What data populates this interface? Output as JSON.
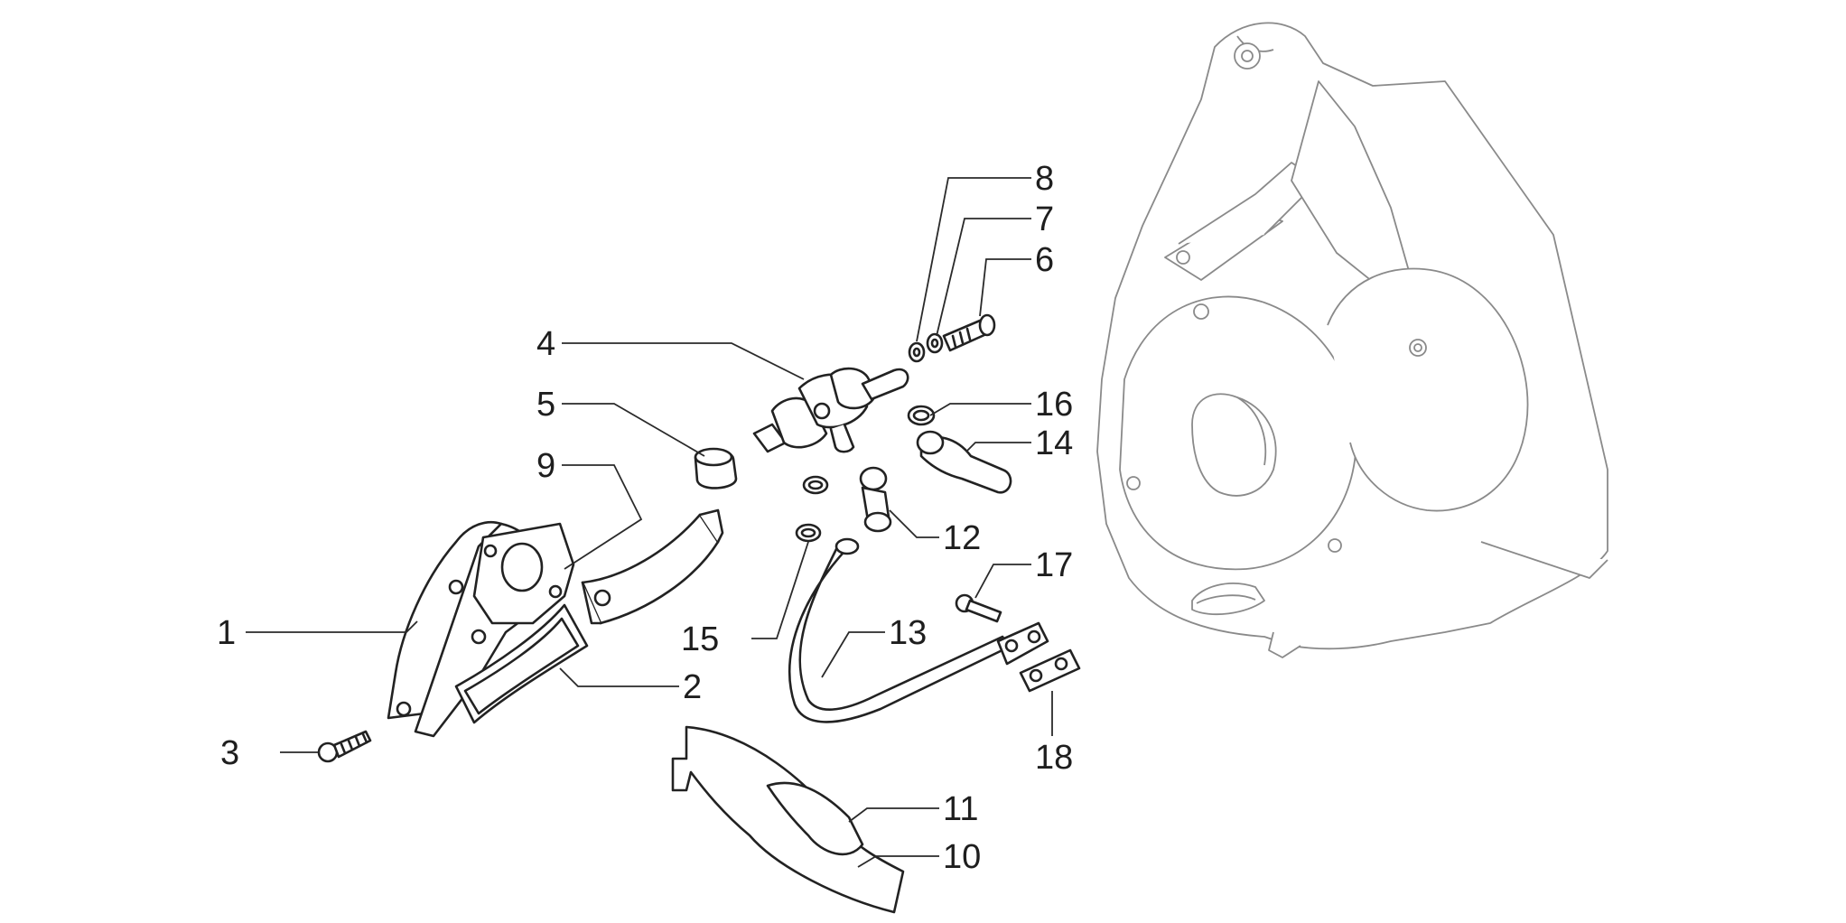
{
  "diagram": {
    "callouts": [
      {
        "id": "1",
        "text": "1"
      },
      {
        "id": "2",
        "text": "2"
      },
      {
        "id": "3",
        "text": "3"
      },
      {
        "id": "4",
        "text": "4"
      },
      {
        "id": "5",
        "text": "5"
      },
      {
        "id": "6",
        "text": "6"
      },
      {
        "id": "7",
        "text": "7"
      },
      {
        "id": "8",
        "text": "8"
      },
      {
        "id": "9",
        "text": "9"
      },
      {
        "id": "10",
        "text": "10"
      },
      {
        "id": "11",
        "text": "11"
      },
      {
        "id": "12",
        "text": "12"
      },
      {
        "id": "13",
        "text": "13"
      },
      {
        "id": "14",
        "text": "14"
      },
      {
        "id": "15",
        "text": "15"
      },
      {
        "id": "16",
        "text": "16"
      },
      {
        "id": "17",
        "text": "17"
      },
      {
        "id": "18",
        "text": "18"
      }
    ],
    "colors": {
      "line": "#222222",
      "engine_outline": "#8a8a8a",
      "background": "#ffffff"
    }
  }
}
